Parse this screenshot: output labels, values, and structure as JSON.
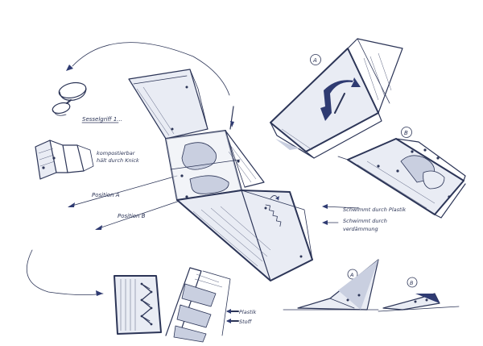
{
  "annotations": {
    "top_label": "Sesselgriff 1...",
    "hinge_note_line1": "kompostierbar",
    "hinge_note_line2": "hält durch Knick",
    "position_a": "Position A",
    "position_b": "Position B",
    "float_note": "Schwimmt durch Plastik",
    "float_note2_line1": "Schwimmt durch",
    "float_note2_line2": "verdämmung",
    "legend_plastic": "Plastik",
    "legend_fabric": "Stoff"
  },
  "markers": {
    "a": "A",
    "b": "B",
    "a_small": "A",
    "b_small": "B"
  },
  "colors": {
    "ink": "#2c3557",
    "navy_fill": "#2f3b72",
    "paper": "#ffffff"
  }
}
